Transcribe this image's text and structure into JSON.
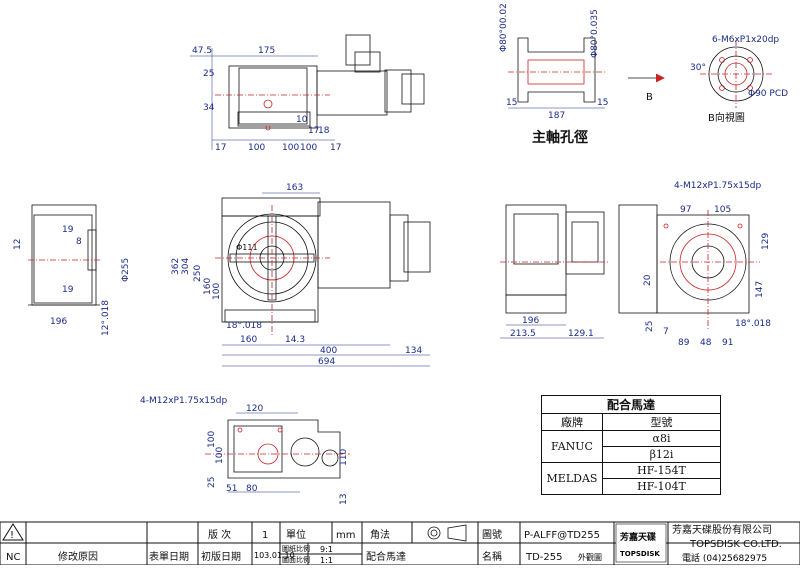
{
  "titles": {
    "spindle_bore": "主軸孔徑",
    "b_view": "B向視圖",
    "b_label": "B"
  },
  "top_view_dims": [
    "47.5",
    "175",
    "25",
    "34",
    "17",
    "100",
    "100",
    "17",
    "10",
    "18",
    "100",
    "17"
  ],
  "bore_dims": [
    "Φ80°00.02",
    "Φ80°0.035",
    "15",
    "187",
    "15"
  ],
  "bview_dims": [
    "6-M6xP1x20dp",
    "30°",
    "Φ90 PCD"
  ],
  "front_dims": [
    "163",
    "362",
    "304",
    "250",
    "160",
    "100",
    "Φ111",
    "18°.018",
    "160",
    "14.3",
    "400",
    "134",
    "694"
  ],
  "left_side_dims": [
    "12",
    "19",
    "8",
    "19",
    "Φ255",
    "196",
    "12°.018"
  ],
  "right_front_dims": [
    "196",
    "213.5",
    "129.1"
  ],
  "right_side_dims": [
    "4-M12xP1.75x15dp",
    "97",
    "105",
    "129",
    "147",
    "20",
    "25",
    "18°.018",
    "7",
    "89",
    "48",
    "91"
  ],
  "bottom_dims": [
    "4-M12xP1.75x15dp",
    "120",
    "100",
    "100",
    "25",
    "51",
    "80",
    "110",
    "13"
  ],
  "motor_table": {
    "title": "配合馬達",
    "col_brand": "廠牌",
    "col_model": "型號",
    "rows": [
      {
        "brand": "FANUC",
        "models": [
          "α8i",
          "β12i"
        ]
      },
      {
        "brand": "MELDAS",
        "models": [
          "HF-154T",
          "HF-104T"
        ]
      }
    ]
  },
  "title_block": {
    "nc": "NC",
    "revision_reason": "修改原因",
    "form_date_label": "表單日期",
    "first_edition_label": "初版日期",
    "first_edition_date": "103.01.10",
    "version_label": "版 次",
    "version": "1",
    "unit_label": "單位",
    "unit": "mm",
    "angle_label": "角法",
    "scale_drawing_label": "圖紙比例",
    "scale_drawing": "9:1",
    "scale_face_label": "圖面比例",
    "scale_face": "1:1",
    "motor_label": "配合馬達",
    "drawing_no_label": "圖號",
    "drawing_no": "P-ALFF@TD255",
    "name_label": "名稱",
    "name": "TD-255",
    "name_sub": "外觀圖",
    "logo_cn": "芳嘉天碟",
    "logo_en": "TOPSDISK",
    "company_cn": "芳嘉天碟股份有限公司",
    "company_en": "TOPSDISK CO.LTD.",
    "phone": "電話 (04)25682975"
  }
}
